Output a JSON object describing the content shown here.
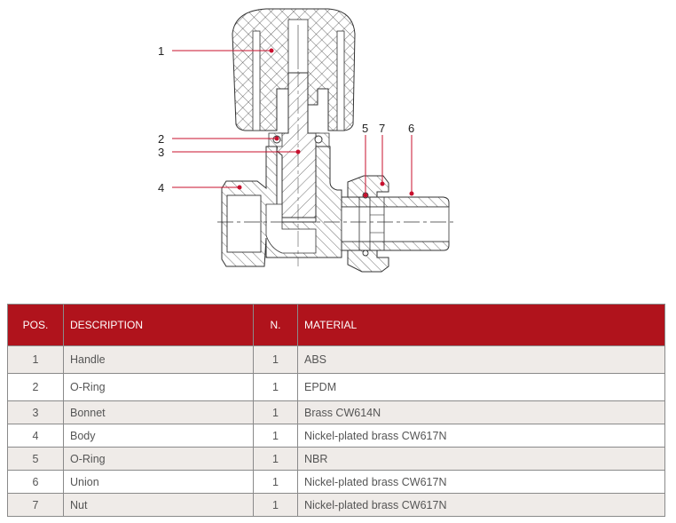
{
  "drawing": {
    "title": "Straight radiator valve – cross-section",
    "callouts": [
      {
        "label": "1",
        "part": "Handle"
      },
      {
        "label": "2",
        "part": "O-Ring"
      },
      {
        "label": "3",
        "part": "Bonnet"
      },
      {
        "label": "4",
        "part": "Body"
      },
      {
        "label": "5",
        "part": "O-Ring"
      },
      {
        "label": "7",
        "part": "Nut"
      },
      {
        "label": "6",
        "part": "Union"
      }
    ],
    "leader_color": "#c8102e"
  },
  "table": {
    "header_color": "#b0131c",
    "columns": [
      "POS.",
      "DESCRIPTION",
      "N.",
      "MATERIAL"
    ],
    "rows": [
      {
        "pos": "1",
        "description": "Handle",
        "qty": "1",
        "material": "ABS"
      },
      {
        "pos": "2",
        "description": "O-Ring",
        "qty": "1",
        "material": "EPDM"
      },
      {
        "pos": "3",
        "description": "Bonnet",
        "qty": "1",
        "material": "Brass CW614N"
      },
      {
        "pos": "4",
        "description": "Body",
        "qty": "1",
        "material": "Nickel-plated brass CW617N"
      },
      {
        "pos": "5",
        "description": "O-Ring",
        "qty": "1",
        "material": "NBR"
      },
      {
        "pos": "6",
        "description": "Union",
        "qty": "1",
        "material": "Nickel-plated brass CW617N"
      },
      {
        "pos": "7",
        "description": "Nut",
        "qty": "1",
        "material": "Nickel-plated brass CW617N"
      }
    ]
  }
}
